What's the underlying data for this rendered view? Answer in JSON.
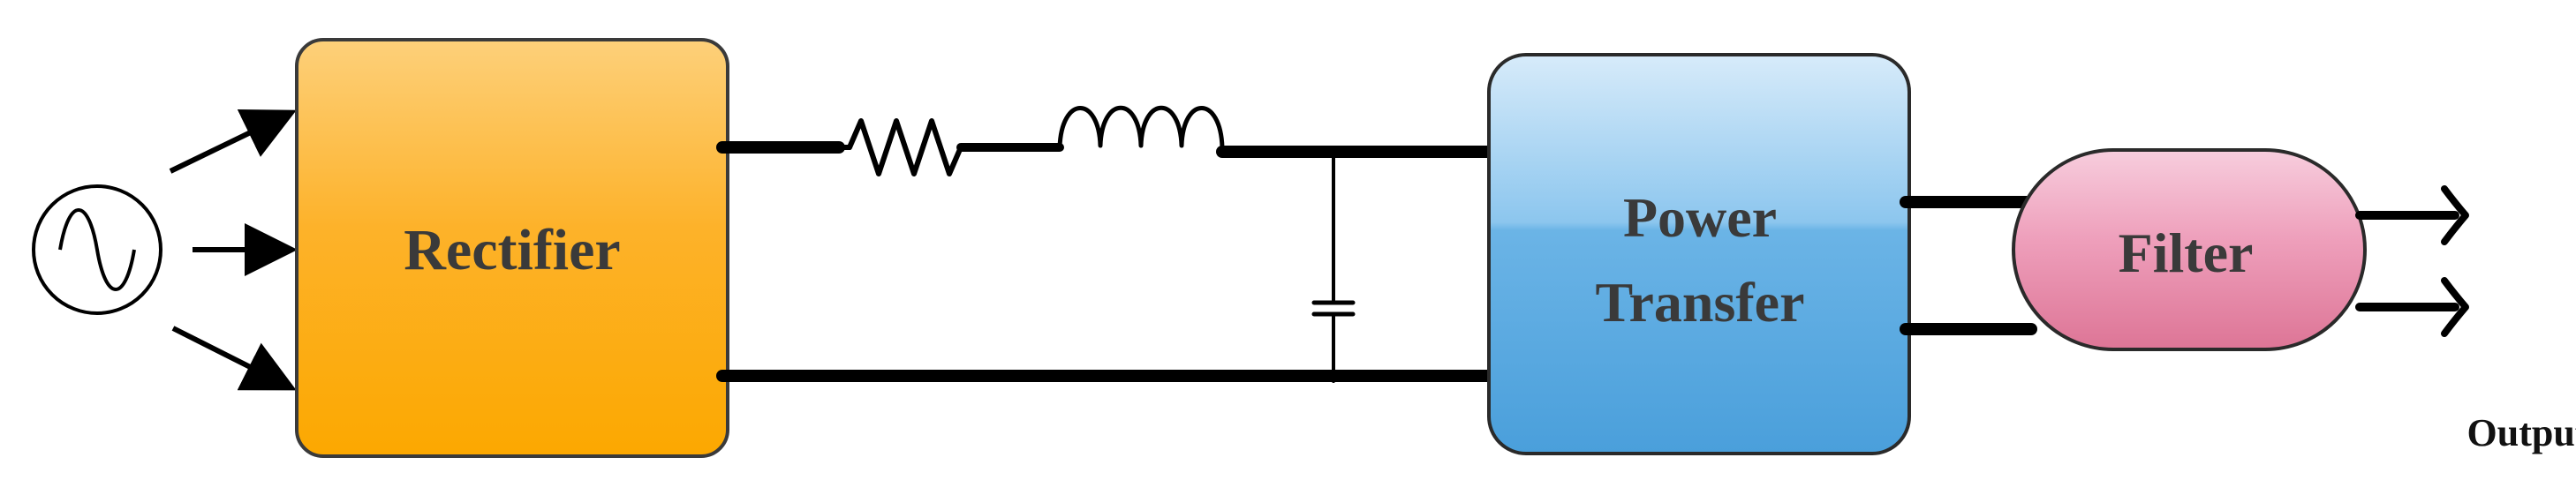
{
  "blocks": {
    "rectifier": {
      "label": "Rectifier"
    },
    "power_transfer": {
      "line1": "Power",
      "line2": "Transfer"
    },
    "filter": {
      "label": "Filter"
    }
  },
  "output_label": "Output",
  "colors": {
    "rectifier_top": "#fdd07a",
    "rectifier_bottom": "#fca800",
    "power_transfer_top": "#cfe6f8",
    "power_transfer_bottom": "#4fa6df",
    "filter_top": "#f6c8d8",
    "filter_bottom": "#e17c9c",
    "wire": "#000000"
  },
  "symbols": [
    "ac-source",
    "resistor",
    "inductor",
    "capacitor"
  ]
}
